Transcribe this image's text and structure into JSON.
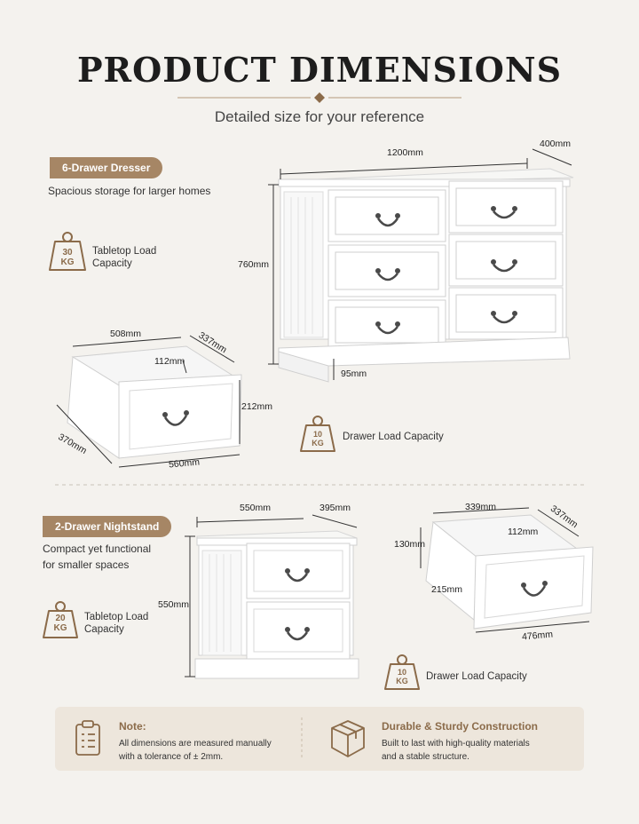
{
  "header": {
    "title": "PRODUCT DIMENSIONS",
    "subtitle": "Detailed size for your reference"
  },
  "dresser": {
    "tag": "6-Drawer Dresser",
    "description": "Spacious storage for larger homes",
    "tabletop_load": {
      "weight": "30",
      "unit": "KG",
      "label_line1": "Tabletop Load",
      "label_line2": "Capacity"
    },
    "drawer_load": {
      "weight": "10",
      "unit": "KG",
      "label": "Drawer Load Capacity"
    },
    "dims": {
      "width": "1200mm",
      "depth": "400mm",
      "height": "760mm",
      "base": "95mm"
    },
    "drawer_dims": {
      "top_width": "508mm",
      "top_depth": "337mm",
      "inner_height": "112mm",
      "front_height": "212mm",
      "side_depth": "370mm",
      "front_width": "560mm"
    }
  },
  "nightstand": {
    "tag": "2-Drawer Nightstand",
    "description_line1": "Compact yet functional",
    "description_line2": "for smaller spaces",
    "tabletop_load": {
      "weight": "20",
      "unit": "KG",
      "label_line1": "Tabletop Load",
      "label_line2": "Capacity"
    },
    "drawer_load": {
      "weight": "10",
      "unit": "KG",
      "label": "Drawer Load Capacity"
    },
    "dims": {
      "width": "550mm",
      "depth": "395mm",
      "height": "550mm"
    },
    "drawer_dims": {
      "top_width": "339mm",
      "top_depth": "337mm",
      "inner_height": "112mm",
      "side_height": "130mm",
      "front_height": "215mm",
      "front_width": "476mm"
    }
  },
  "notes": {
    "note_title": "Note:",
    "note_line1": "All dimensions are measured manually",
    "note_line2": "with a tolerance of ± 2mm.",
    "durable_title": "Durable & Sturdy Construction",
    "durable_line1": "Built to last with high-quality materials",
    "durable_line2": "and a stable structure."
  },
  "colors": {
    "accent": "#a68665",
    "background": "#f4f2ee",
    "furniture": "#ffffff",
    "handle": "#4a4a4a"
  }
}
